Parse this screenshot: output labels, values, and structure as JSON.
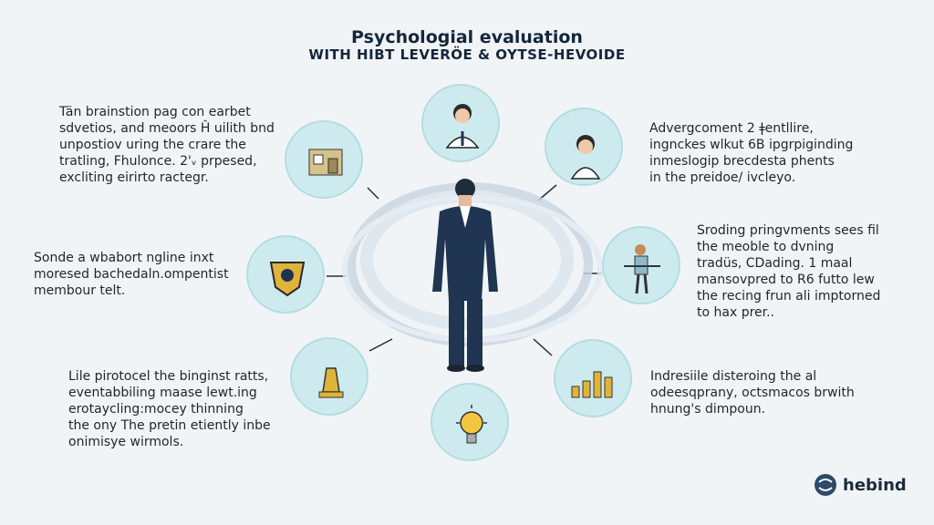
{
  "header": {
    "title": "Psychologial evaluation",
    "subtitle": "WITH HIBT LEVERÖE & OYTSE-HEVOIDE"
  },
  "paragraphs": {
    "top_left": "Tän brainstion pag con earbet\nsdvetios, and meoors Ĥ uilith bnd\nunpostiov uring the crare the\ntratling, Fhulonce. 2'ᵥ prpesed,\nexcliting eirirto ractegr.",
    "mid_left": "Sonde a wbabort ngline inxt\nmoresed bachedaln.ompentist\nmembour telt.",
    "bottom_left": "Lile pirotocel the binginst ratts,\neventabbiling maase lewt.ing\nerotaycling:mocey thinning\nthe ony The pretin etiently inbe\nonimisye wirmols.",
    "top_right": "Advergcoment 2 ǂentllire,\ningnckes wlkut 6B ipgrpiginding\ninmeslogip brecdesta phents\nin the preidoe/ ivcleyo.",
    "mid_right": "Sroding pringvments sees fil\nthe meoble to dvning\ntradüs, CDading. 1 maal\nmansovpred to R6 futto lew\nthe recing frun ali imptorned\nto hax prer..",
    "bottom_right": "Indresiile disteroing the al\nodeesqprany, octsmacos brwith\nhnung's dimpoun."
  },
  "logo": {
    "text": "hebind"
  },
  "colors": {
    "accent": "#cdebee",
    "navy": "#1e3550",
    "gold": "#e0b43a"
  }
}
